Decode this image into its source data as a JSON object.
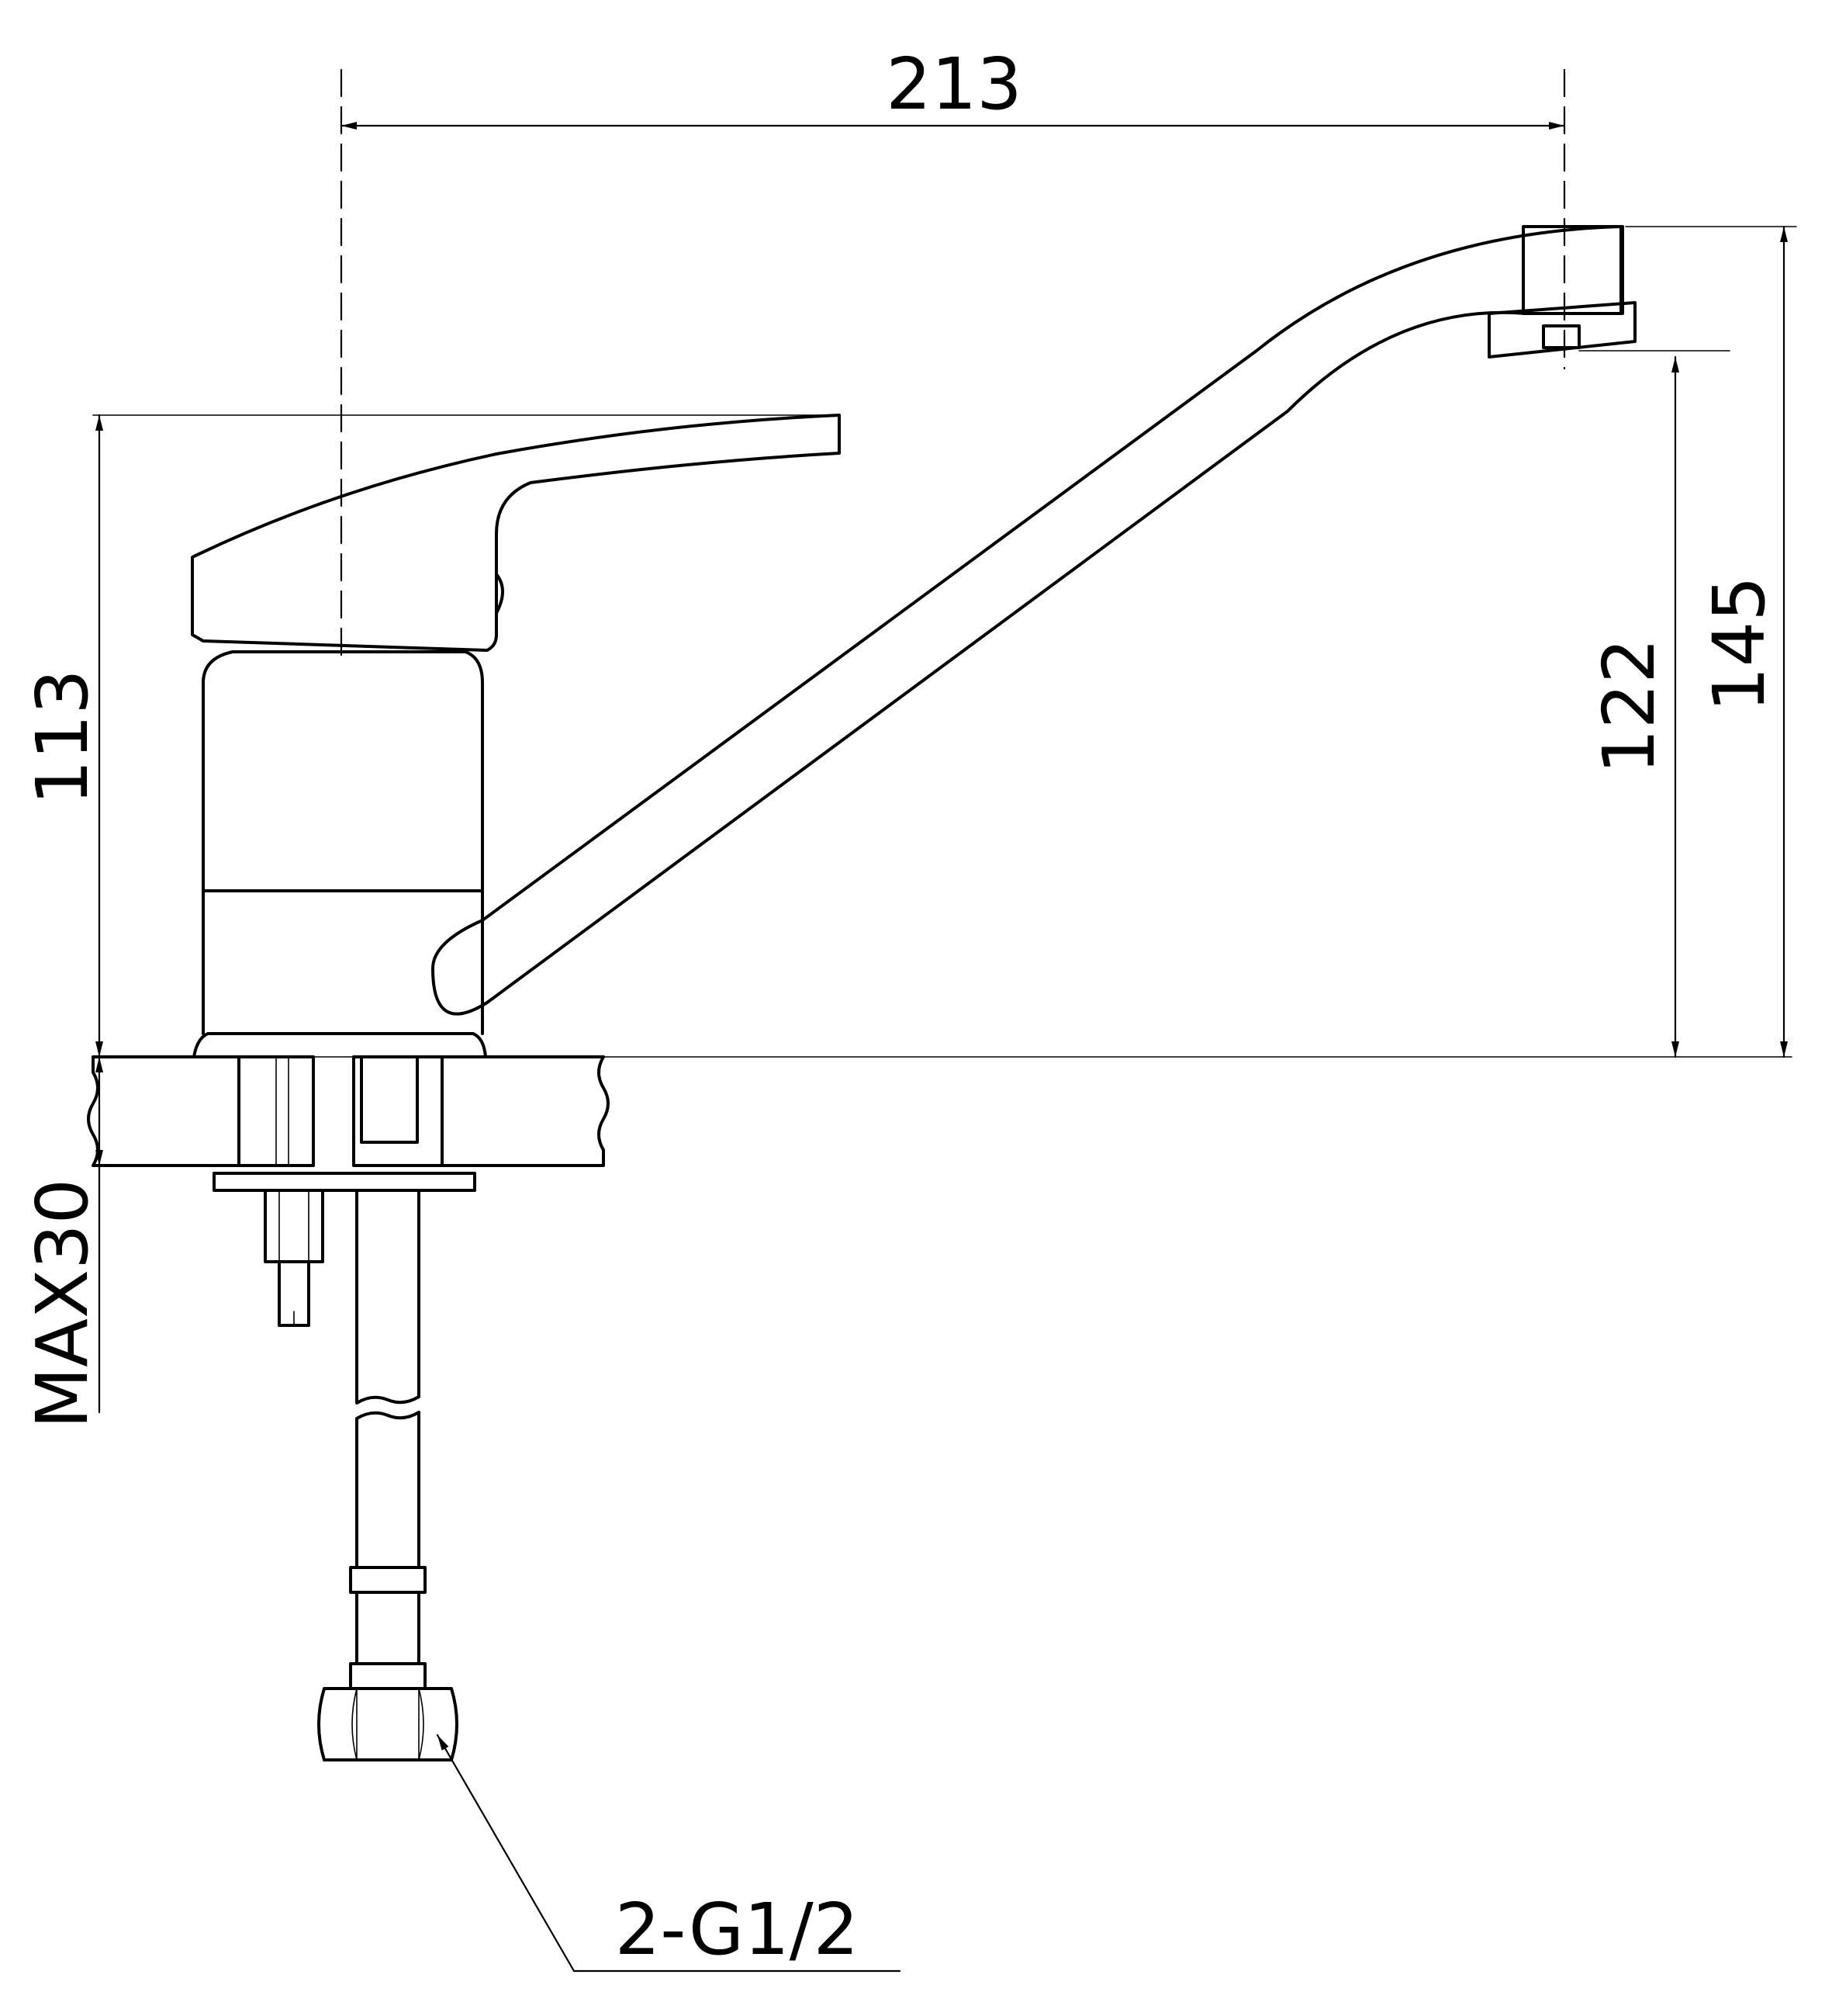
{
  "drawing": {
    "dimensions": {
      "spout_reach": "213",
      "body_height": "113",
      "spout_outlet_height": "122",
      "overall_height": "145",
      "max_deck_thickness": "MAX30",
      "connection_thread": "2-G1/2"
    },
    "colors": {
      "line": "#000000",
      "background": "#ffffff"
    }
  }
}
